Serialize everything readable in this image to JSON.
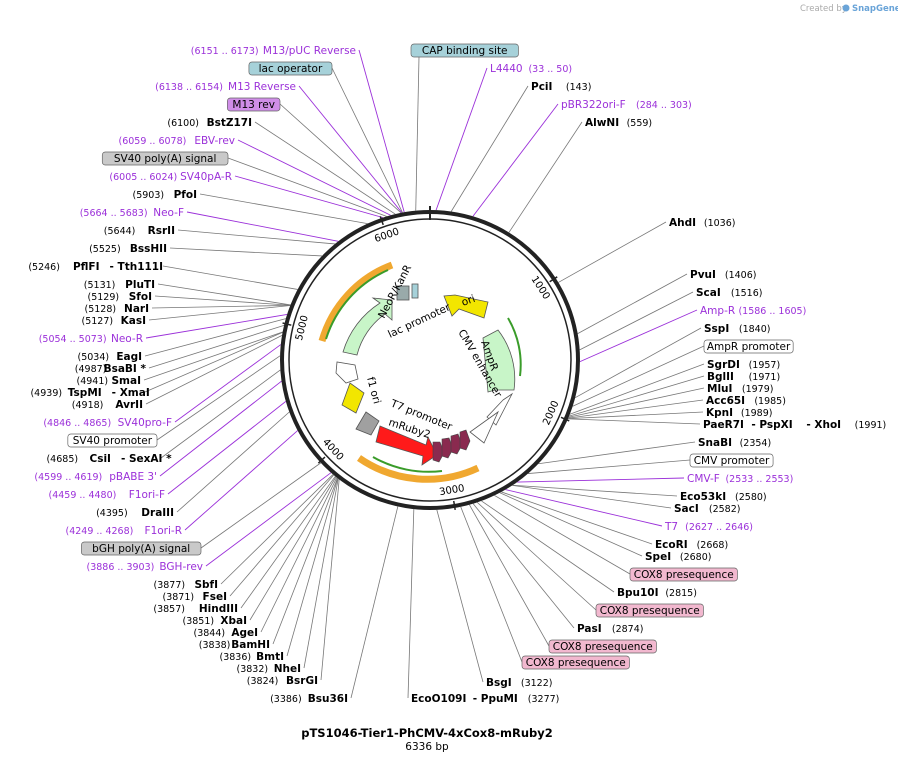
{
  "credit": {
    "prefix": "Created by",
    "brand": "SnapGene"
  },
  "map": {
    "title": "pTS1046-Tier1-PhCMV-4xCox8-mRuby2",
    "length_label": "6336 bp",
    "total_bp": 6336,
    "ticks": [
      {
        "bp": 1000,
        "label": "1000"
      },
      {
        "bp": 2000,
        "label": "2000"
      },
      {
        "bp": 3000,
        "label": "3000"
      },
      {
        "bp": 4000,
        "label": "4000"
      },
      {
        "bp": 5000,
        "label": "5000"
      },
      {
        "bp": 6000,
        "label": "6000"
      }
    ]
  },
  "colors": {
    "enzyme": "#000000",
    "primer": "#9b30d9",
    "misc_box": "#eeeeee",
    "protein_bind_box": "#a6d1d9",
    "primer_bind_box": "#d08ee8",
    "polyA_box": "#c9c9c9",
    "cox8_box": "#f2b8cf",
    "ori": "#f2e600",
    "cds_green": "#c8f5c8",
    "mruby": "#ff1a1a",
    "cox8": "#8a2a4f",
    "orange_arc": "#f0a830",
    "green_arc": "#3a9c2a"
  },
  "labels": [
    {
      "id": "m13-puc-rev",
      "kind": "primer",
      "range": "(6151 .. 6173)",
      "name": "M13/pUC Reverse",
      "side": "left"
    },
    {
      "id": "lac-operator",
      "kind": "box-protein",
      "name": "lac operator",
      "side": "left"
    },
    {
      "id": "m13-reverse",
      "kind": "primer",
      "range": "(6138 .. 6154)",
      "name": "M13 Reverse",
      "side": "left"
    },
    {
      "id": "m13-rev",
      "kind": "box-primer",
      "name": "M13 rev",
      "side": "left"
    },
    {
      "id": "bstz17i",
      "kind": "enzyme",
      "range": "(6100)",
      "name": "BstZ17I",
      "side": "left"
    },
    {
      "id": "ebv-rev",
      "kind": "primer",
      "range": "(6059 .. 6078)",
      "name": "EBV-rev",
      "side": "left"
    },
    {
      "id": "sv40-polya",
      "kind": "box-polya",
      "name": "SV40 poly(A) signal",
      "side": "left"
    },
    {
      "id": "sv40pa-r",
      "kind": "primer",
      "range": "(6005 .. 6024)",
      "name": "SV40pA-R",
      "side": "left"
    },
    {
      "id": "pfoi",
      "kind": "enzyme",
      "range": "(5903)",
      "name": "PfoI",
      "side": "left"
    },
    {
      "id": "neo-f",
      "kind": "primer",
      "range": "(5664 .. 5683)",
      "name": "Neo-F",
      "side": "left"
    },
    {
      "id": "rsrii",
      "kind": "enzyme",
      "range": "(5644)",
      "name": "RsrII",
      "side": "left"
    },
    {
      "id": "bsshii",
      "kind": "enzyme",
      "range": "(5525)",
      "name": "BssHII",
      "side": "left"
    },
    {
      "id": "pflfi",
      "kind": "enzyme",
      "range": "(5246)",
      "name": "PflFI",
      "name2": "Tth111I",
      "side": "left"
    },
    {
      "id": "pluti",
      "kind": "enzyme",
      "range": "(5131)",
      "name": "PluTI",
      "side": "left"
    },
    {
      "id": "sfoi",
      "kind": "enzyme",
      "range": "(5129)",
      "name": "SfoI",
      "side": "left"
    },
    {
      "id": "nari",
      "kind": "enzyme",
      "range": "(5128)",
      "name": "NarI",
      "side": "left"
    },
    {
      "id": "kasi",
      "kind": "enzyme",
      "range": "(5127)",
      "name": "KasI",
      "side": "left"
    },
    {
      "id": "neo-r",
      "kind": "primer",
      "range": "(5054 .. 5073)",
      "name": "Neo-R",
      "side": "left"
    },
    {
      "id": "eagi",
      "kind": "enzyme",
      "range": "(5034)",
      "name": "EagI",
      "side": "left"
    },
    {
      "id": "bsabi",
      "kind": "enzyme",
      "range": "(4987)",
      "name": "BsaBI",
      "star": "*",
      "side": "left"
    },
    {
      "id": "smai",
      "kind": "enzyme",
      "range": "(4941)",
      "name": "SmaI",
      "side": "left"
    },
    {
      "id": "tspmi",
      "kind": "enzyme",
      "range": "(4939)",
      "name": "TspMI",
      "name2": "XmaI",
      "side": "left"
    },
    {
      "id": "avrii",
      "kind": "enzyme",
      "range": "(4918)",
      "name": "AvrII",
      "side": "left"
    },
    {
      "id": "sv40pro-f",
      "kind": "primer",
      "range": "(4846 .. 4865)",
      "name": "SV40pro-F",
      "side": "left"
    },
    {
      "id": "sv40-promoter",
      "kind": "box-misc",
      "name": "SV40 promoter",
      "side": "left"
    },
    {
      "id": "csii",
      "kind": "enzyme",
      "range": "(4685)",
      "name": "CsiI",
      "name2": "SexAI",
      "star": "*",
      "side": "left"
    },
    {
      "id": "pbabe3",
      "kind": "primer",
      "range": "(4599 .. 4619)",
      "name": "pBABE 3'",
      "side": "left"
    },
    {
      "id": "f1ori-f",
      "kind": "primer",
      "range": "(4459 .. 4480)",
      "name": "F1ori-F",
      "side": "left"
    },
    {
      "id": "draiii",
      "kind": "enzyme",
      "range": "(4395)",
      "name": "DraIII",
      "side": "left"
    },
    {
      "id": "f1ori-r",
      "kind": "primer",
      "range": "(4249 .. 4268)",
      "name": "F1ori-R",
      "side": "left"
    },
    {
      "id": "bgh-polya",
      "kind": "box-polya",
      "name": "bGH poly(A) signal",
      "side": "left"
    },
    {
      "id": "bgh-rev",
      "kind": "primer",
      "range": "(3886 .. 3903)",
      "name": "BGH-rev",
      "side": "left"
    },
    {
      "id": "sbfi",
      "kind": "enzyme",
      "range": "(3877)",
      "name": "SbfI",
      "side": "left"
    },
    {
      "id": "fsei",
      "kind": "enzyme",
      "range": "(3871)",
      "name": "FseI",
      "side": "left"
    },
    {
      "id": "hindiii",
      "kind": "enzyme",
      "range": "(3857)",
      "name": "HindIII",
      "side": "left"
    },
    {
      "id": "xbai",
      "kind": "enzyme",
      "range": "(3851)",
      "name": "XbaI",
      "side": "left"
    },
    {
      "id": "agei",
      "kind": "enzyme",
      "range": "(3844)",
      "name": "AgeI",
      "side": "left"
    },
    {
      "id": "bamhi",
      "kind": "enzyme",
      "range": "(3838)",
      "name": "BamHI",
      "side": "left"
    },
    {
      "id": "bmti",
      "kind": "enzyme",
      "range": "(3836)",
      "name": "BmtI",
      "side": "left"
    },
    {
      "id": "nhei",
      "kind": "enzyme",
      "range": "(3832)",
      "name": "NheI",
      "side": "left"
    },
    {
      "id": "bsrgi",
      "kind": "enzyme",
      "range": "(3824)",
      "name": "BsrGI",
      "side": "left"
    },
    {
      "id": "bsu36i",
      "kind": "enzyme",
      "range": "(3386)",
      "name": "Bsu36I",
      "side": "left"
    },
    {
      "id": "cap-binding",
      "kind": "box-protein",
      "name": "CAP binding site",
      "side": "right"
    },
    {
      "id": "l4440",
      "kind": "primer",
      "range": "(33 .. 50)",
      "name": "L4440",
      "side": "right"
    },
    {
      "id": "pcii",
      "kind": "enzyme",
      "range": "(143)",
      "name": "PciI",
      "side": "right"
    },
    {
      "id": "pbr322ori-f",
      "kind": "primer",
      "range": "(284 .. 303)",
      "name": "pBR322ori-F",
      "side": "right"
    },
    {
      "id": "alwni",
      "kind": "enzyme",
      "range": "(559)",
      "name": "AlwNI",
      "side": "right"
    },
    {
      "id": "ahdi",
      "kind": "enzyme",
      "range": "(1036)",
      "name": "AhdI",
      "side": "right"
    },
    {
      "id": "pvui",
      "kind": "enzyme",
      "range": "(1406)",
      "name": "PvuI",
      "side": "right"
    },
    {
      "id": "scai",
      "kind": "enzyme",
      "range": "(1516)",
      "name": "ScaI",
      "side": "right"
    },
    {
      "id": "amp-r",
      "kind": "primer",
      "range": "(1586 .. 1605)",
      "name": "Amp-R",
      "side": "right"
    },
    {
      "id": "sspi",
      "kind": "enzyme",
      "range": "(1840)",
      "name": "SspI",
      "side": "right"
    },
    {
      "id": "ampr-promoter",
      "kind": "box-misc",
      "name": "AmpR promoter",
      "side": "right"
    },
    {
      "id": "sgrdi",
      "kind": "enzyme",
      "range": "(1957)",
      "name": "SgrDI",
      "side": "right"
    },
    {
      "id": "bglii",
      "kind": "enzyme",
      "range": "(1971)",
      "name": "BglII",
      "side": "right"
    },
    {
      "id": "mlui",
      "kind": "enzyme",
      "range": "(1979)",
      "name": "MluI",
      "side": "right"
    },
    {
      "id": "acc65i",
      "kind": "enzyme",
      "range": "(1985)",
      "name": "Acc65I",
      "side": "right"
    },
    {
      "id": "kpni",
      "kind": "enzyme",
      "range": "(1989)",
      "name": "KpnI",
      "side": "right"
    },
    {
      "id": "paer7i",
      "kind": "enzyme",
      "range": "(1991)",
      "name": "PaeR7I",
      "name2": "PspXI",
      "name3": "XhoI",
      "side": "right"
    },
    {
      "id": "snabi",
      "kind": "enzyme",
      "range": "(2354)",
      "name": "SnaBI",
      "side": "right"
    },
    {
      "id": "cmv-promoter",
      "kind": "box-misc",
      "name": "CMV promoter",
      "side": "right"
    },
    {
      "id": "cmv-f",
      "kind": "primer",
      "range": "(2533 .. 2553)",
      "name": "CMV-F",
      "side": "right"
    },
    {
      "id": "eco53ki",
      "kind": "enzyme",
      "range": "(2580)",
      "name": "Eco53kI",
      "side": "right"
    },
    {
      "id": "saci",
      "kind": "enzyme",
      "range": "(2582)",
      "name": "SacI",
      "side": "right"
    },
    {
      "id": "t7",
      "kind": "primer",
      "range": "(2627 .. 2646)",
      "name": "T7",
      "side": "right"
    },
    {
      "id": "ecori",
      "kind": "enzyme",
      "range": "(2668)",
      "name": "EcoRI",
      "side": "right"
    },
    {
      "id": "spei",
      "kind": "enzyme",
      "range": "(2680)",
      "name": "SpeI",
      "side": "right"
    },
    {
      "id": "cox8-1",
      "kind": "box-cox8",
      "name": "COX8 presequence",
      "side": "right"
    },
    {
      "id": "bpu10i",
      "kind": "enzyme",
      "range": "(2815)",
      "name": "Bpu10I",
      "side": "right"
    },
    {
      "id": "cox8-2",
      "kind": "box-cox8",
      "name": "COX8 presequence",
      "side": "right"
    },
    {
      "id": "pasi",
      "kind": "enzyme",
      "range": "(2874)",
      "name": "PasI",
      "side": "right"
    },
    {
      "id": "cox8-3",
      "kind": "box-cox8",
      "name": "COX8 presequence",
      "side": "right"
    },
    {
      "id": "cox8-4",
      "kind": "box-cox8",
      "name": "COX8 presequence",
      "side": "right"
    },
    {
      "id": "bsgi",
      "kind": "enzyme",
      "range": "(3122)",
      "name": "BsgI",
      "side": "right"
    },
    {
      "id": "eco0109i",
      "kind": "enzyme",
      "range": "(3277)",
      "name": "EcoO109I",
      "name2": "PpuMI",
      "side": "right"
    }
  ],
  "features": [
    {
      "id": "ori",
      "label": "ori"
    },
    {
      "id": "cmv-enhancer",
      "label": "CMV enhancer"
    },
    {
      "id": "ampr",
      "label": "AmpR"
    },
    {
      "id": "lac-promoter",
      "label": "lac promoter"
    },
    {
      "id": "neor-kanr",
      "label": "NeoR/KanR"
    },
    {
      "id": "f1-ori",
      "label": "f1 ori"
    },
    {
      "id": "t7-promoter",
      "label": "T7 promoter"
    },
    {
      "id": "mruby2",
      "label": "mRuby2"
    }
  ]
}
